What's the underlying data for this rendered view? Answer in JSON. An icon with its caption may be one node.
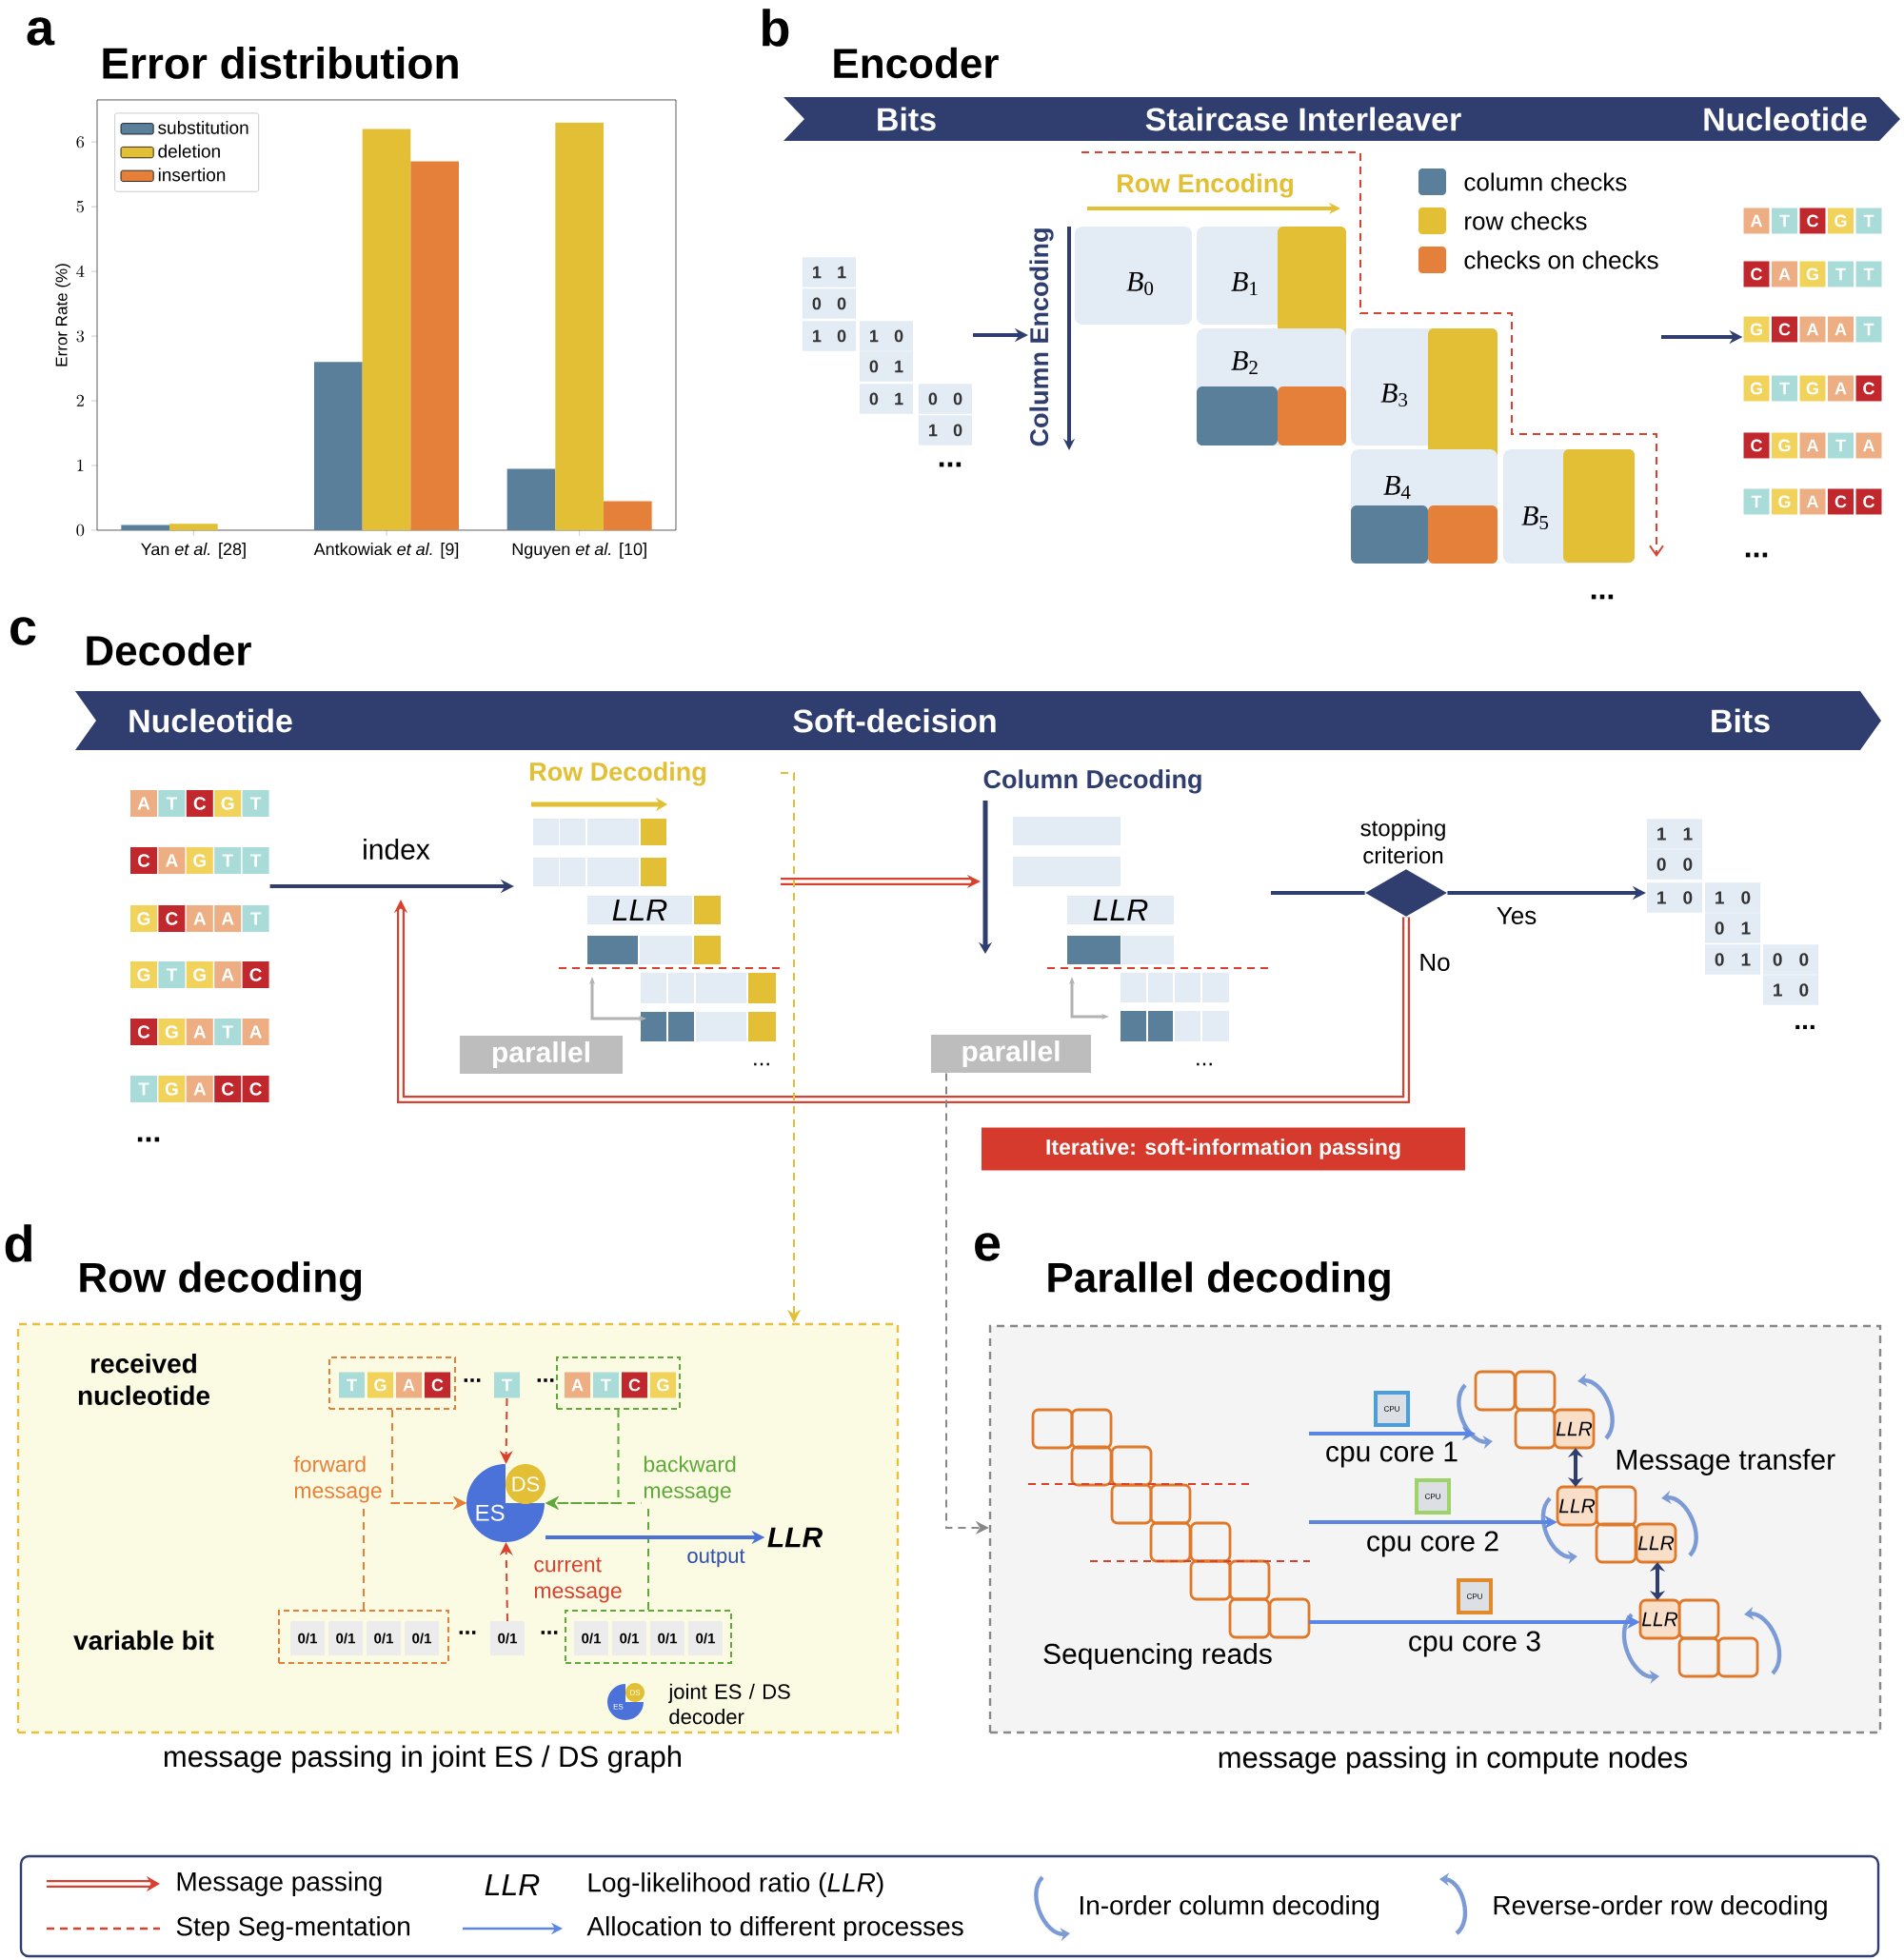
{
  "diagram": {
    "nodes": [
      {
        "text": [
          "Bits",
          "Staircase Interleaver",
          "Nucleotide"
        ]
      },
      {
        "text": [
          "1 1",
          "0 0",
          "1 0",
          "1 0",
          "0 1",
          "0 1",
          "0 0",
          "1 0"
        ]
      },
      {
        "text": [
          "Row Encoding",
          "Column Encoding",
          "*B*$_{0}$",
          "*B*$_{1}$",
          "*B*$_{2}$",
          "*B*$_{3}$",
          "*B*$_{4}$",
          "*B*$_{5}$"
        ]
      },
      {
        "text": [
          "A",
          "T",
          "C",
          "G",
          "T",
          "C",
          "A",
          "G",
          "T",
          "T",
          "G",
          "C",
          "A",
          "A",
          "T",
          "G",
          "T",
          "G",
          "A",
          "C",
          "C",
          "G",
          "A",
          "T",
          "A",
          "T",
          "G",
          "A",
          "C",
          "C"
        ]
      },
      {
        "text": [
          "Nucleotide",
          "Soft-decision",
          "Bits"
        ]
      },
      {
        "text": [
          "A",
          "T",
          "C",
          "G",
          "T",
          "C",
          "A",
          "G",
          "T",
          "T",
          "G",
          "C",
          "A",
          "A",
          "T",
          "G",
          "T",
          "G",
          "A",
          "C",
          "C",
          "G",
          "A",
          "T",
          "A",
          "T",
          "G",
          "A",
          "C",
          "C"
        ]
      },
      {
        "text": [
          "Row Decoding",
          "LLR"
        ]
      },
      {
        "text": [
          "parallel"
        ]
      },
      {
        "text": [
          "Column Decoding",
          "LLR"
        ]
      },
      {
        "text": [
          "parallel"
        ]
      },
      {
        "text": [
          "stopping criterion"
        ]
      },
      {
        "text": [
          "1 1",
          "0 0",
          "1 0",
          "1 0",
          "0 1",
          "0 1",
          "0 0",
          "1 0"
        ]
      },
      {
        "text": [
          "Iterative: soft-information passing"
        ]
      },
      {
        "text": [
          "Row decoding"
        ],
        "beside": [
          "message passing in joint ES / DS graph"
        ]
      },
      {
        "text": [
          "T",
          "G",
          "A",
          "C"
        ],
        "in": 13
      },
      {
        "text": [
          "T"
        ],
        "in": 13
      },
      {
        "text": [
          "A",
          "T",
          "C",
          "G"
        ],
        "in": 13
      },
      {
        "text": [
          "ES",
          "DS"
        ],
        "in": 13
      },
      {
        "text": [
          "LLR"
        ],
        "in": 13
      },
      {
        "text": [
          "0/1",
          "0/1",
          "0/1",
          "0/1"
        ],
        "in": 13
      },
      {
        "text": [
          "0/1"
        ],
        "in": 13
      },
      {
        "text": [
          "0/1",
          "0/1",
          "0/1",
          "0/1"
        ],
        "in": 13
      },
      {
        "text": [
          "ES",
          "DS"
        ],
        "beside": [
          "joint ES / DS decoder"
        ],
        "in": 13
      },
      {
        "text": [
          "Parallel decoding"
        ],
        "beside": [
          "message passing in compute nodes"
        ]
      },
      {
        "text": [
          "Sequencing reads"
        ],
        "in": 23
      },
      {
        "text": [
          "LLR"
        ],
        "in": 23
      },
      {
        "text": [
          "LLR",
          "LLR"
        ],
        "in": 23
      },
      {
        "text": [
          "LLR"
        ],
        "in": 23
      }
    ],
    "edges": [
      {
        "from": 1,
        "to": 2,
        "arrow": "to"
      },
      {
        "from": 2,
        "to": 3,
        "arrow": "to"
      },
      {
        "from": 5,
        "to": 6,
        "arrow": "to",
        "label": "index"
      },
      {
        "from": 6,
        "to": 8,
        "arrow": "to",
        "style": "thick",
        "color": "#d9412f"
      },
      {
        "from": 8,
        "to": 10,
        "arrow": "none"
      },
      {
        "from": 10,
        "to": 11,
        "arrow": "to",
        "label": "Yes"
      },
      {
        "from": 10,
        "to": null,
        "arrow": "to",
        "label": "No",
        "style": "thick",
        "color": "#d9412f"
      },
      {
        "from": 6,
        "to": 13,
        "arrow": "to",
        "style": "dashed",
        "color": "#e2bf34"
      },
      {
        "from": 9,
        "to": 23,
        "arrow": "to",
        "style": "dashed",
        "color": "#888888"
      },
      {
        "from": 14,
        "to": 17,
        "arrow": "to",
        "label": "forward message",
        "style": "dashed",
        "color": "#e5803a"
      },
      {
        "from": 19,
        "to": 17,
        "arrow": "to",
        "style": "dashed",
        "color": "#e5803a"
      },
      {
        "from": 16,
        "to": 17,
        "arrow": "to",
        "label": "backward message",
        "style": "dashed",
        "color": "#5fa83a"
      },
      {
        "from": 21,
        "to": 17,
        "arrow": "to",
        "style": "dashed",
        "color": "#5fa83a"
      },
      {
        "from": 15,
        "to": 17,
        "arrow": "to",
        "style": "dashed",
        "color": "#d9412f"
      },
      {
        "from": 20,
        "to": 17,
        "arrow": "to",
        "label": "current message",
        "style": "dashed",
        "color": "#d9412f"
      },
      {
        "from": 17,
        "to": 18,
        "arrow": "to",
        "label": "output",
        "color": "#4a72d9"
      },
      {
        "from": 24,
        "to": 25,
        "arrow": "to",
        "label": "cpu core 1",
        "color": "#5b86e5"
      },
      {
        "from": 24,
        "to": 26,
        "arrow": "to",
        "label": "cpu core 2",
        "color": "#5b86e5"
      },
      {
        "from": 24,
        "to": 27,
        "arrow": "to",
        "label": "cpu core 3",
        "color": "#5b86e5"
      },
      {
        "from": 25,
        "to": 26,
        "arrow": "both",
        "label": "Message transfer"
      },
      {
        "from": 26,
        "to": 27,
        "arrow": "both"
      }
    ],
    "labels": [
      "a",
      "b",
      "Encoder",
      "...",
      "...",
      "...",
      "c",
      "Decoder",
      "...",
      "...",
      "...",
      "...",
      "d",
      "received nucleotide",
      "...",
      "...",
      "variable bit",
      "...",
      "...",
      "e",
      "CPU",
      "CPU",
      "CPU",
      "LLR"
    ],
    "legend": [
      {
        "text": "column checks",
        "color": "#5a7f9b"
      },
      {
        "text": "row checks",
        "color": "#e2bf34"
      },
      {
        "text": "checks on checks",
        "color": "#e5803a"
      },
      {
        "text": "Message passing"
      },
      {
        "text": "Step Seg-mentation"
      },
      {
        "text": "Log-likelihood ratio (*LLR*)"
      },
      {
        "text": "Allocation to different processes"
      },
      {
        "text": "In-order column decoding"
      },
      {
        "text": "Reverse-order row decoding"
      }
    ],
    "chart_data": {
      "type": "bar",
      "title": "Error distribution",
      "ylabel": "Error Rate (%)",
      "categories": [
        "Yan *et al.* [28]",
        "Antkowiak *et al.* [9]",
        "Nguyen *et al.* [10]"
      ],
      "series": [
        {
          "name": "substitution",
          "color": "#5a7f9b",
          "values": [
            0.08,
            2.6,
            0.95
          ]
        },
        {
          "name": "deletion",
          "color": "#e2bf34",
          "values": [
            0.1,
            6.2,
            6.3
          ]
        },
        {
          "name": "insertion",
          "color": "#e5803a",
          "values": [
            0,
            5.7,
            0.45
          ]
        }
      ],
      "ylim": [
        0,
        6.65
      ],
      "yticks": [
        0,
        1,
        2,
        3,
        4,
        5,
        6
      ],
      "legend": "upper left"
    }
  }
}
